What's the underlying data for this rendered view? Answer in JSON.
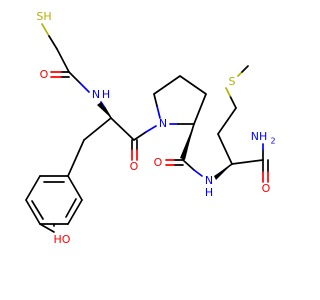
{
  "molecule": {
    "colors": {
      "carbon_bond": "#000000",
      "oxygen": "#ff0000",
      "nitrogen": "#0000ff",
      "sulfur": "#b2b200",
      "background": "#ffffff"
    },
    "labels": {
      "thiol": "SH",
      "amide_o_1": "O",
      "amide_nh_1": "N",
      "amide_nh_1_h": "H",
      "phenol_oh": "HO",
      "amide_o_2": "O",
      "proline_n": "N",
      "amide_o_3": "O",
      "amide_nh_2": "N",
      "amide_nh_2_h": "H",
      "thioether_s": "S",
      "terminal_nh2": "NH",
      "terminal_nh2_sub": "2",
      "terminal_o": "O"
    }
  }
}
